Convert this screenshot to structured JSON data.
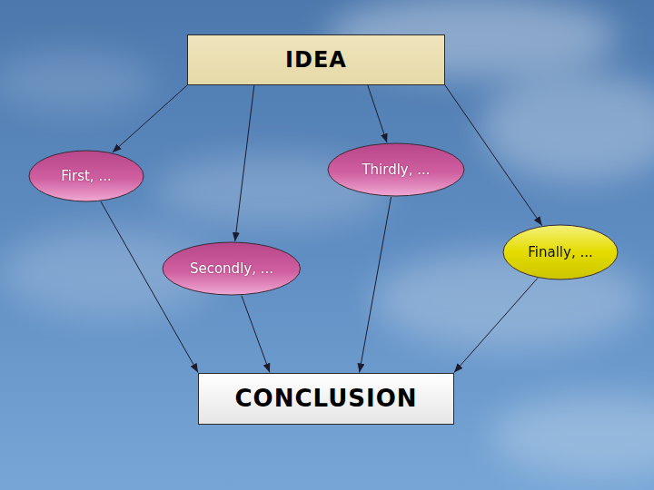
{
  "diagram": {
    "nodes": [
      {
        "text": [
          "IDEA"
        ]
      },
      {
        "text": [
          "First, ..."
        ]
      },
      {
        "text": [
          "Secondly, ..."
        ]
      },
      {
        "text": [
          "Thirdly, ..."
        ]
      },
      {
        "text": [
          "Finally, ..."
        ]
      },
      {
        "text": [
          "CONCLUSION"
        ]
      }
    ],
    "edges": [
      {
        "from": 0,
        "to": 1,
        "arrow": "to"
      },
      {
        "from": 0,
        "to": 2,
        "arrow": "to"
      },
      {
        "from": 0,
        "to": 3,
        "arrow": "to"
      },
      {
        "from": 0,
        "to": 4,
        "arrow": "to"
      },
      {
        "from": 1,
        "to": 5,
        "arrow": "to"
      },
      {
        "from": 2,
        "to": 5,
        "arrow": "to"
      },
      {
        "from": 3,
        "to": 5,
        "arrow": "to"
      },
      {
        "from": 4,
        "to": 5,
        "arrow": "to"
      }
    ]
  }
}
